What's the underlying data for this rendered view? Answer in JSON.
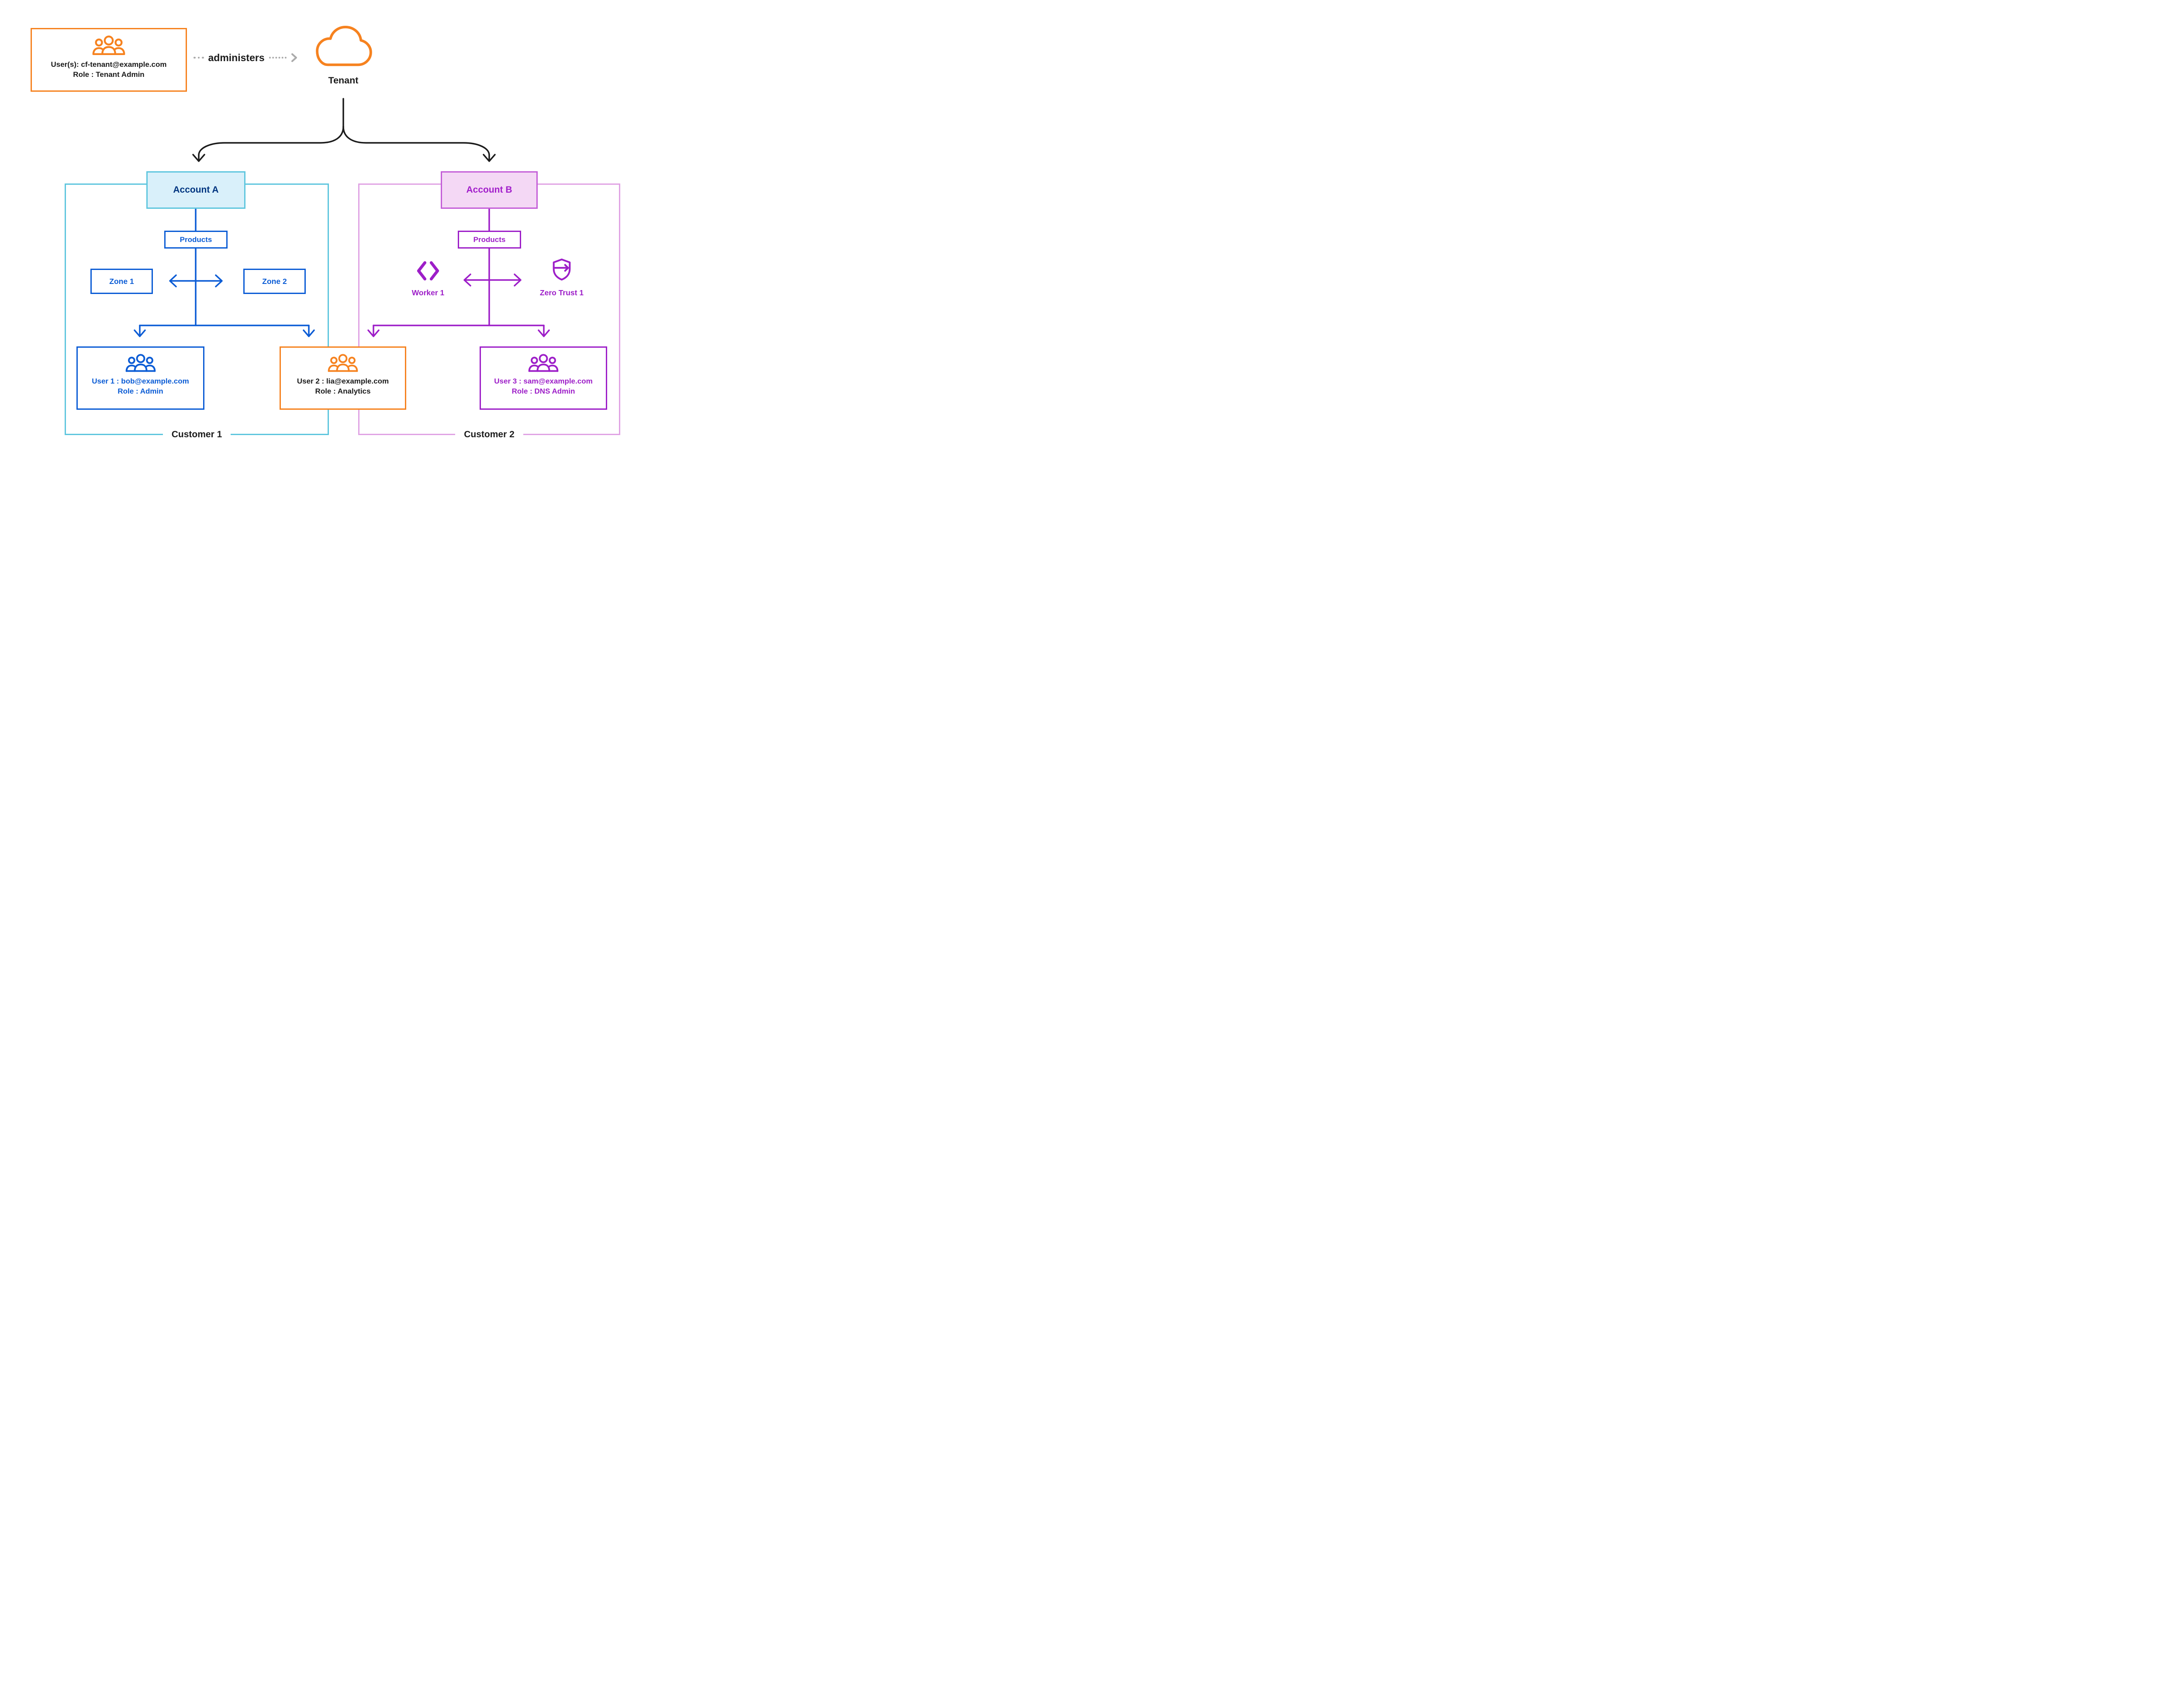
{
  "colors": {
    "orange": "#F6821F",
    "blue": "#0B5CD5",
    "navy": "#003580",
    "purple": "#9D1EC8",
    "account_b_text": "#A21FCB",
    "account_b_border": "#C45ED8",
    "cyan_border": "#5FC6DE",
    "pink_border": "#E0A3E4",
    "account_a_fill": "#D9F0FA",
    "account_b_fill": "#F4D8F5",
    "text_dark": "#1b1b1b",
    "connector_gray": "#ABABAB"
  },
  "tenant_admin": {
    "icon": "people-group-icon",
    "users_line": "User(s): cf-tenant@example.com",
    "role_line": "Role : Tenant Admin"
  },
  "administers_label": "administers",
  "tenant": {
    "icon": "cloud-icon",
    "label": "Tenant"
  },
  "customer1": {
    "label": "Customer 1",
    "account_label": "Account A",
    "products_label": "Products",
    "zones": [
      "Zone 1",
      "Zone 2"
    ],
    "users": [
      {
        "icon": "people-group-icon",
        "line1": "User 1 : bob@example.com",
        "line2": "Role : Admin"
      },
      {
        "icon": "people-group-icon",
        "line1": "User 2 : lia@example.com",
        "line2": "Role : Analytics"
      }
    ]
  },
  "customer2": {
    "label": "Customer 2",
    "account_label": "Account B",
    "products_label": "Products",
    "products_items": [
      {
        "icon": "workers-icon",
        "label": "Worker 1"
      },
      {
        "icon": "zero-trust-shield-icon",
        "label": "Zero Trust 1"
      }
    ],
    "users": [
      {
        "icon": "people-group-icon",
        "line1": "User 3 : sam@example.com",
        "line2": "Role : DNS Admin"
      }
    ]
  }
}
